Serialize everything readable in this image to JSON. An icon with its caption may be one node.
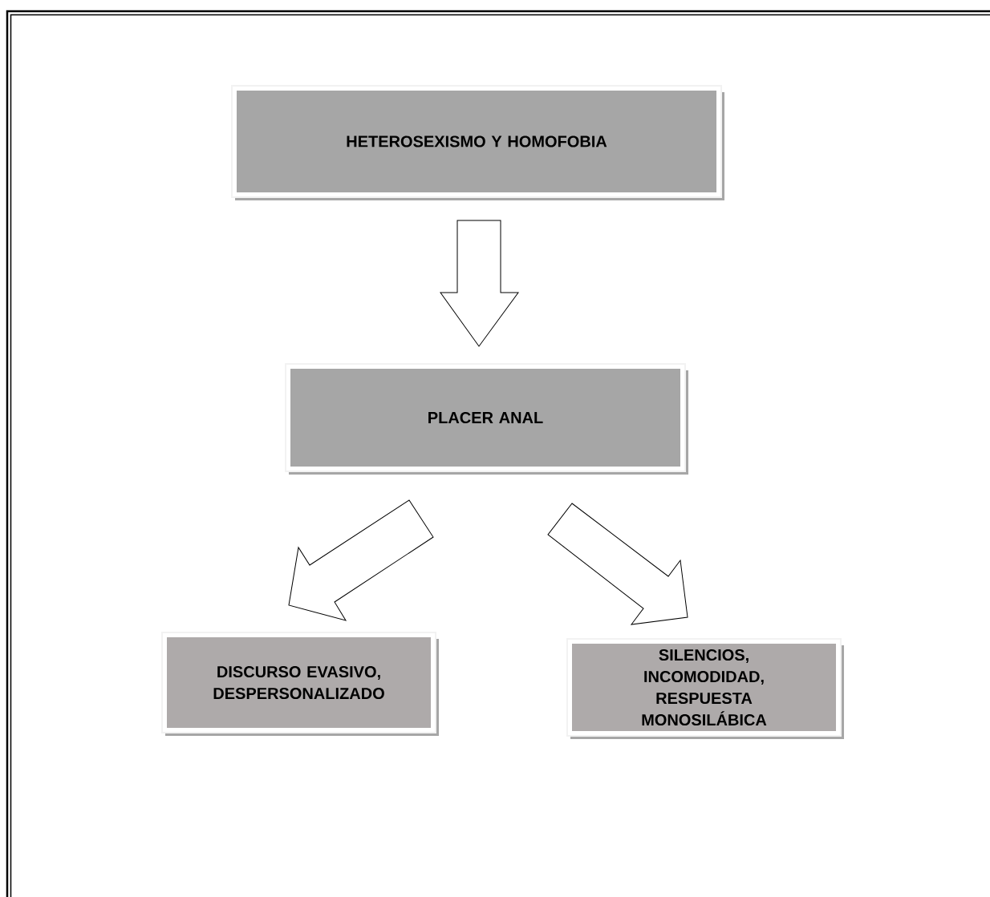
{
  "diagram": {
    "nodes": [
      {
        "text": [
          "HETEROSEXISMO Y HOMOFOBIA"
        ]
      },
      {
        "text": [
          "PLACER ANAL"
        ]
      },
      {
        "text": [
          "DISCURSO EVASIVO, DESPERSONALIZADO"
        ]
      },
      {
        "text": [
          "SILENCIOS, INCOMODIDAD, RESPUESTA MONOSILÁBICA"
        ]
      }
    ],
    "edges": [
      {
        "from": 0,
        "to": 1,
        "arrow": "to"
      },
      {
        "from": 1,
        "to": 2,
        "arrow": "to"
      },
      {
        "from": 1,
        "to": 3,
        "arrow": "to"
      }
    ]
  }
}
